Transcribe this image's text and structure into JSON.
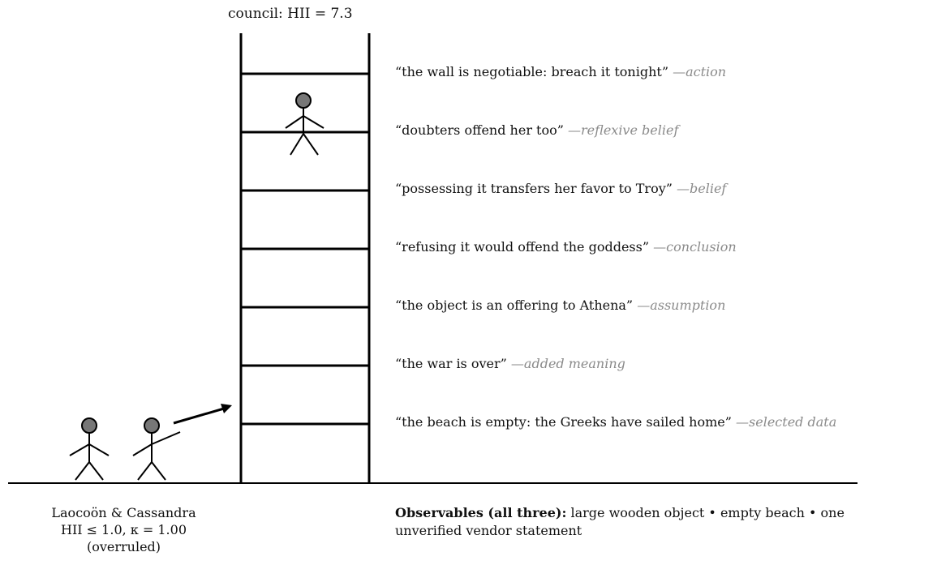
{
  "council_label": "council: HII = 7.3",
  "rungs": [
    {
      "quote": "“the wall is negotiable: breach it tonight”",
      "tag": "—action"
    },
    {
      "quote": "“doubters offend her too”",
      "tag": "—reflexive belief"
    },
    {
      "quote": "“possessing it transfers her favor to Troy”",
      "tag": "—belief"
    },
    {
      "quote": "“refusing it would offend the goddess”",
      "tag": "—conclusion"
    },
    {
      "quote": "“the object is an offering to Athena”",
      "tag": "—assumption"
    },
    {
      "quote": "“the war is over”",
      "tag": "—added meaning"
    },
    {
      "quote": "“the beach is empty: the Greeks have sailed home”",
      "tag": "—selected data"
    }
  ],
  "skeptics": {
    "names": "Laocoön & Cassandra",
    "stats": "HII ≤ 1.0, κ = 1.00",
    "status": "(overruled)"
  },
  "observables": {
    "heading": "Observables (all three):",
    "text": "large wooden object • empty beach • one unverified vendor statement"
  },
  "colors": {
    "figure_head": "#777777",
    "tag_text": "#8a8a8a",
    "line": "#000000"
  }
}
